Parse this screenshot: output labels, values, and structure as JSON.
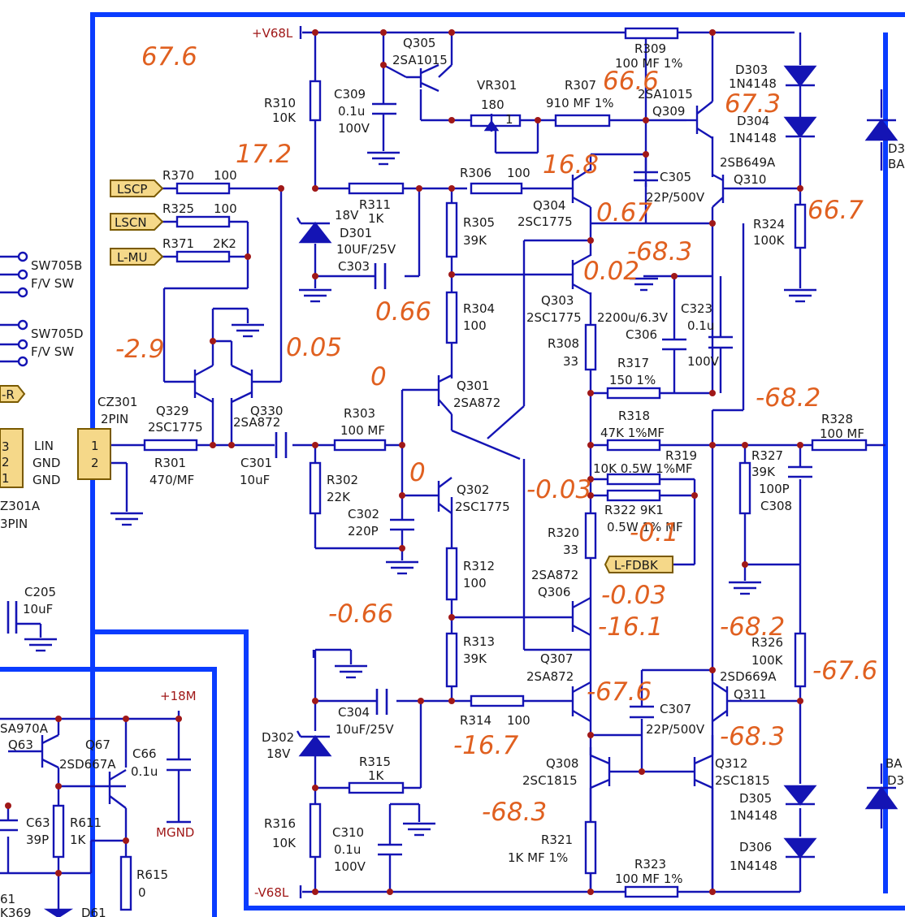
{
  "colors": {
    "wire": "#1414b4",
    "frame": "#0a3cff",
    "text": "#1a1a1a",
    "power": "#a01818",
    "annotation": "#e06020",
    "label_fill": "#f5d889",
    "label_stroke": "#7a5a00"
  },
  "nets": {
    "vpos": "+V68L",
    "vneg": "-V68L",
    "p18": "+18M",
    "mgnd": "MGND"
  },
  "nodes": [
    {
      "key": "s1",
      "text": "SW705B"
    },
    {
      "key": "s2",
      "text": "F/V SW"
    },
    {
      "key": "s3",
      "text": "SW705D"
    },
    {
      "key": "s4",
      "text": "F/V SW"
    },
    {
      "key": "cz1",
      "text": "CZ301"
    },
    {
      "key": "cz2",
      "text": "2PIN"
    },
    {
      "key": "lin",
      "text": "LIN"
    },
    {
      "key": "gnd1",
      "text": "GND"
    },
    {
      "key": "gnd2",
      "text": "GND"
    },
    {
      "key": "cza",
      "text": "Z301A"
    },
    {
      "key": "czb",
      "text": "3PIN"
    },
    {
      "key": "pa",
      "text": "3"
    },
    {
      "key": "pb",
      "text": "2"
    },
    {
      "key": "pc",
      "text": "1"
    },
    {
      "key": "p1",
      "text": "1"
    },
    {
      "key": "p2",
      "text": "2"
    },
    {
      "key": "c205",
      "text": "C205"
    },
    {
      "key": "c205v",
      "text": "10uF"
    },
    {
      "key": "r301",
      "text": "R301"
    },
    {
      "key": "r301v",
      "text": "470/MF"
    },
    {
      "key": "c301",
      "text": "C301"
    },
    {
      "key": "c301v",
      "text": "10uF"
    },
    {
      "key": "q329",
      "text": "Q329"
    },
    {
      "key": "q329v",
      "text": "2SC1775"
    },
    {
      "key": "q330",
      "text": "Q330"
    },
    {
      "key": "q330v",
      "text": "2SA872"
    },
    {
      "key": "r370",
      "text": "R370"
    },
    {
      "key": "r370v",
      "text": "100"
    },
    {
      "key": "r325",
      "text": "R325"
    },
    {
      "key": "r325v",
      "text": "100"
    },
    {
      "key": "r371",
      "text": "R371"
    },
    {
      "key": "r371v",
      "text": "2K2"
    },
    {
      "key": "r310",
      "text": "R310"
    },
    {
      "key": "r310v",
      "text": "10K"
    },
    {
      "key": "c309",
      "text": "C309"
    },
    {
      "key": "c309a",
      "text": "0.1u"
    },
    {
      "key": "c309b",
      "text": "100V"
    },
    {
      "key": "q305",
      "text": "Q305"
    },
    {
      "key": "q305v",
      "text": "2SA1015"
    },
    {
      "key": "vr301",
      "text": "VR301"
    },
    {
      "key": "vr301v",
      "text": "180"
    },
    {
      "key": "vr1",
      "text": "1"
    },
    {
      "key": "r307",
      "text": "R307"
    },
    {
      "key": "r307v",
      "text": "910 MF 1%"
    },
    {
      "key": "r309",
      "text": "R309"
    },
    {
      "key": "r309v",
      "text": "100 MF 1%"
    },
    {
      "key": "q309",
      "text": "Q309"
    },
    {
      "key": "q309v",
      "text": "2SA1015"
    },
    {
      "key": "d303",
      "text": "D303"
    },
    {
      "key": "d303v",
      "text": "1N4148"
    },
    {
      "key": "d304",
      "text": "D304"
    },
    {
      "key": "d304v",
      "text": "1N4148"
    },
    {
      "key": "q310v",
      "text": "2SB649A"
    },
    {
      "key": "q310",
      "text": "Q310"
    },
    {
      "key": "r324",
      "text": "R324"
    },
    {
      "key": "r324v",
      "text": "100K"
    },
    {
      "key": "r311",
      "text": "R311"
    },
    {
      "key": "r311v",
      "text": "1K"
    },
    {
      "key": "d301z",
      "text": "18V"
    },
    {
      "key": "d301",
      "text": "D301"
    },
    {
      "key": "c303v",
      "text": "10UF/25V"
    },
    {
      "key": "c303",
      "text": "C303"
    },
    {
      "key": "r306",
      "text": "R306"
    },
    {
      "key": "r306v",
      "text": "100"
    },
    {
      "key": "q304",
      "text": "Q304"
    },
    {
      "key": "q304v",
      "text": "2SC1775"
    },
    {
      "key": "c305",
      "text": "C305"
    },
    {
      "key": "c305v",
      "text": "22P/500V"
    },
    {
      "key": "r305",
      "text": "R305"
    },
    {
      "key": "r305v",
      "text": "39K"
    },
    {
      "key": "r304",
      "text": "R304"
    },
    {
      "key": "r304v",
      "text": "100"
    },
    {
      "key": "q303",
      "text": "Q303"
    },
    {
      "key": "q303v",
      "text": "2SC1775"
    },
    {
      "key": "c306v",
      "text": "2200u/6.3V"
    },
    {
      "key": "c306",
      "text": "C306"
    },
    {
      "key": "c323",
      "text": "C323"
    },
    {
      "key": "c323a",
      "text": "0.1u"
    },
    {
      "key": "c323b",
      "text": "100V"
    },
    {
      "key": "r308",
      "text": "R308"
    },
    {
      "key": "r308v",
      "text": "33"
    },
    {
      "key": "r317",
      "text": "R317"
    },
    {
      "key": "r317v",
      "text": "150 1%"
    },
    {
      "key": "r318",
      "text": "R318"
    },
    {
      "key": "r318v",
      "text": "47K 1%MF"
    },
    {
      "key": "r319",
      "text": "R319"
    },
    {
      "key": "r319v",
      "text": "10K 0.5W 1%MF"
    },
    {
      "key": "r322",
      "text": "R322 9K1"
    },
    {
      "key": "r322v",
      "text": "0.5W 1% MF"
    },
    {
      "key": "r328",
      "text": "R328"
    },
    {
      "key": "r328v",
      "text": "100 MF"
    },
    {
      "key": "r327",
      "text": "R327"
    },
    {
      "key": "r327v",
      "text": "39K"
    },
    {
      "key": "c308v",
      "text": "100P"
    },
    {
      "key": "c308",
      "text": "C308"
    },
    {
      "key": "q301",
      "text": "Q301"
    },
    {
      "key": "q301v",
      "text": "2SA872"
    },
    {
      "key": "q302",
      "text": "Q302"
    },
    {
      "key": "q302v",
      "text": "2SC1775"
    },
    {
      "key": "r303",
      "text": "R303"
    },
    {
      "key": "r303v",
      "text": "100 MF"
    },
    {
      "key": "r302",
      "text": "R302"
    },
    {
      "key": "r302v",
      "text": "22K"
    },
    {
      "key": "c302",
      "text": "C302"
    },
    {
      "key": "c302v",
      "text": "220P"
    },
    {
      "key": "r320",
      "text": "R320"
    },
    {
      "key": "r320v",
      "text": "33"
    },
    {
      "key": "q306v",
      "text": "2SA872"
    },
    {
      "key": "q306",
      "text": "Q306"
    },
    {
      "key": "r312",
      "text": "R312"
    },
    {
      "key": "r312v",
      "text": "100"
    },
    {
      "key": "r313",
      "text": "R313"
    },
    {
      "key": "r313v",
      "text": "39K"
    },
    {
      "key": "q307",
      "text": "Q307"
    },
    {
      "key": "q307v",
      "text": "2SA872"
    },
    {
      "key": "r314",
      "text": "R314"
    },
    {
      "key": "r314v",
      "text": "100"
    },
    {
      "key": "c304",
      "text": "C304"
    },
    {
      "key": "c304v",
      "text": "10uF/25V"
    },
    {
      "key": "d302",
      "text": "D302"
    },
    {
      "key": "d302v",
      "text": "18V"
    },
    {
      "key": "r315",
      "text": "R315"
    },
    {
      "key": "r315v",
      "text": "1K"
    },
    {
      "key": "r316",
      "text": "R316"
    },
    {
      "key": "r316v",
      "text": "10K"
    },
    {
      "key": "c310",
      "text": "C310"
    },
    {
      "key": "c310a",
      "text": "0.1u"
    },
    {
      "key": "c310b",
      "text": "100V"
    },
    {
      "key": "c307",
      "text": "C307"
    },
    {
      "key": "c307v",
      "text": "22P/500V"
    },
    {
      "key": "q308",
      "text": "Q308"
    },
    {
      "key": "q308v",
      "text": "2SC1815"
    },
    {
      "key": "q312",
      "text": "Q312"
    },
    {
      "key": "q312v",
      "text": "2SC1815"
    },
    {
      "key": "r321",
      "text": "R321"
    },
    {
      "key": "r321v",
      "text": "1K MF 1%"
    },
    {
      "key": "r323",
      "text": "R323"
    },
    {
      "key": "r323v",
      "text": "100 MF 1%"
    },
    {
      "key": "r326",
      "text": "R326"
    },
    {
      "key": "r326v",
      "text": "100K"
    },
    {
      "key": "q311v",
      "text": "2SD669A"
    },
    {
      "key": "q311",
      "text": "Q311"
    },
    {
      "key": "d305",
      "text": "D305"
    },
    {
      "key": "d305v",
      "text": "1N4148"
    },
    {
      "key": "d306",
      "text": "D306"
    },
    {
      "key": "d306v",
      "text": "1N4148"
    },
    {
      "key": "q63v",
      "text": "SA970A"
    },
    {
      "key": "q63",
      "text": "Q63"
    },
    {
      "key": "q67",
      "text": "Q67"
    },
    {
      "key": "q67v",
      "text": "2SD667A"
    },
    {
      "key": "c66",
      "text": "C66"
    },
    {
      "key": "c66v",
      "text": "0.1u"
    },
    {
      "key": "c63",
      "text": "C63"
    },
    {
      "key": "c63v",
      "text": "39P"
    },
    {
      "key": "r611",
      "text": "R611"
    },
    {
      "key": "r611v",
      "text": "1K"
    },
    {
      "key": "r615",
      "text": "R615"
    },
    {
      "key": "r615v",
      "text": "0"
    },
    {
      "key": "k369",
      "text": "K369"
    },
    {
      "key": "d61",
      "text": "D61"
    },
    {
      "key": "c61",
      "text": "61"
    },
    {
      "key": "d3a",
      "text": "D3"
    },
    {
      "key": "baa",
      "text": "BA"
    },
    {
      "key": "bab",
      "text": "BA"
    },
    {
      "key": "d3b",
      "text": "D3"
    }
  ],
  "labels": [
    {
      "key": "lscp",
      "text": "LSCP"
    },
    {
      "key": "lscn",
      "text": "LSCN"
    },
    {
      "key": "lmu",
      "text": "L-MU"
    },
    {
      "key": "lr",
      "text": "-R"
    },
    {
      "key": "lfdbk",
      "text": "L-FDBK"
    }
  ],
  "annotations": [
    {
      "key": "a1",
      "text": "67.6"
    },
    {
      "key": "a2",
      "text": "17.2"
    },
    {
      "key": "a3",
      "text": "66.6"
    },
    {
      "key": "a4",
      "text": "67.3"
    },
    {
      "key": "a5",
      "text": "16.8"
    },
    {
      "key": "a6",
      "text": "0.67"
    },
    {
      "key": "a7",
      "text": "66.7"
    },
    {
      "key": "a8",
      "text": "-68.3"
    },
    {
      "key": "a9",
      "text": "0.02"
    },
    {
      "key": "a10",
      "text": "0.66"
    },
    {
      "key": "a11",
      "text": "-2.9"
    },
    {
      "key": "a12",
      "text": "0.05"
    },
    {
      "key": "a13",
      "text": "0"
    },
    {
      "key": "a14",
      "text": "-68.2"
    },
    {
      "key": "a15",
      "text": "0"
    },
    {
      "key": "a16",
      "text": "-0.03"
    },
    {
      "key": "a17",
      "text": "-0.1"
    },
    {
      "key": "a18",
      "text": "-0.03"
    },
    {
      "key": "a19",
      "text": "-0.66"
    },
    {
      "key": "a20",
      "text": "-16.1"
    },
    {
      "key": "a21",
      "text": "-68.2"
    },
    {
      "key": "a22",
      "text": "-67.6"
    },
    {
      "key": "a23",
      "text": "-67.6"
    },
    {
      "key": "a24",
      "text": "-68.3"
    },
    {
      "key": "a25",
      "text": "-16.7"
    },
    {
      "key": "a26",
      "text": "-68.3"
    }
  ]
}
